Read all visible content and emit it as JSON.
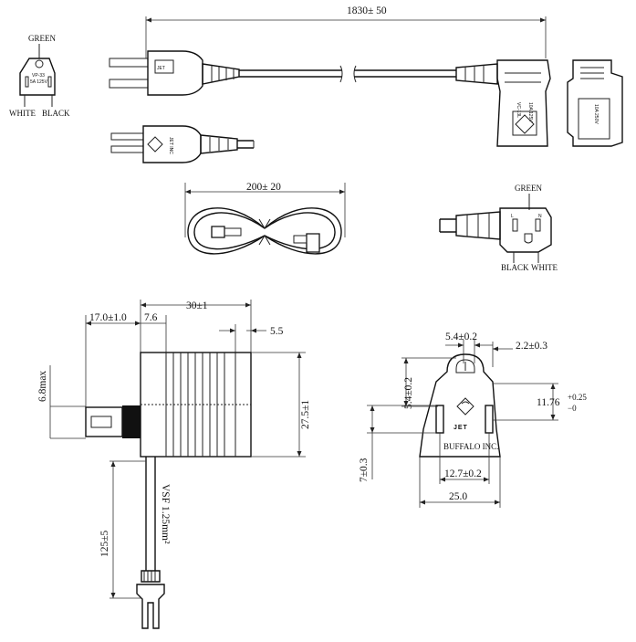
{
  "dimensions": {
    "total_length": "1830± 50",
    "coil_length": "200± 20",
    "plug_body_length": "30±1",
    "blade_length": "17.0±1.0",
    "grip_offset": "7.6",
    "rib_width": "5.5",
    "blade_thickness": "6.8max",
    "body_height": "27.5±1",
    "ground_lead_length": "125±5",
    "ground_pin_offset": "5.4±0.2",
    "ground_pin_width": "2.2±0.3",
    "ground_pin_height": "5.4±0.2",
    "blade_span": "11.76",
    "blade_span_tol_upper": "+0.25",
    "blade_span_tol_lower": "−0",
    "blade_base": "7±0.3",
    "blade_spacing": "12.7±0.2",
    "face_width": "25.0"
  },
  "labels": {
    "plug_face_green": "GREEN",
    "plug_face_white": "WHITE",
    "plug_face_black": "BLACK",
    "conn_face_green": "GREEN",
    "conn_face_black": "BLACK",
    "conn_face_white": "WHITE",
    "face_brand": "JET",
    "face_maker": "BUFFALO INC.",
    "wire_spec": "VSF 1.25mm²"
  }
}
